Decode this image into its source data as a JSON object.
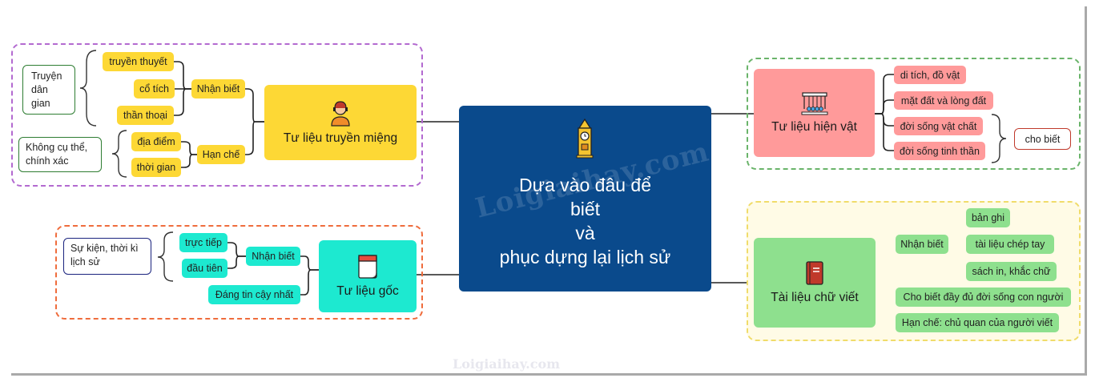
{
  "center": {
    "title_lines": [
      "Dựa vào đâu để",
      "biết",
      "và",
      "phục dựng lại lịch sử"
    ],
    "watermark": "Loigiaihay.com",
    "color": "#0a4a8c"
  },
  "oral": {
    "label": "Tư liệu truyền miệng",
    "color": "#fdd835",
    "group1_label": "Nhận biết",
    "group1_items": [
      "truyền thuyết",
      "cổ tích",
      "thần thoại"
    ],
    "group1_note": "Truyện dân gian",
    "group2_label": "Hạn chế",
    "group2_items": [
      "địa điểm",
      "thời gian"
    ],
    "group2_note": "Không cụ thể, chính xác"
  },
  "original": {
    "label": "Tư liệu gốc",
    "color": "#1de9d0",
    "group1_label": "Nhận biết",
    "group1_items": [
      "trực tiếp",
      "đầu tiên"
    ],
    "group1_note": "Sự kiện, thời kì lịch sử",
    "item2": "Đáng tin cậy nhất"
  },
  "artifact": {
    "label": "Tư liệu hiện vật",
    "color": "#ff8a8a",
    "items": [
      "di tích, đồ vật",
      "mặt đất và lòng đất",
      "đời sống vật chất",
      "đời sống tinh thần"
    ],
    "note": "cho biết"
  },
  "written": {
    "label": "Tài liệu chữ viết",
    "color": "#8ee08e",
    "group1_label": "Nhận biết",
    "group1_items": [
      "bản ghi",
      "tài liệu chép  tay",
      "sách in, khắc chữ"
    ],
    "item2": "Cho biết đầy đủ đời sống con người",
    "item3": "Hạn chế: chủ quan của người viết"
  },
  "icons": [
    "clock-tower-icon",
    "storyteller-icon",
    "pendulum-icon",
    "notebook-icon",
    "book-icon"
  ]
}
